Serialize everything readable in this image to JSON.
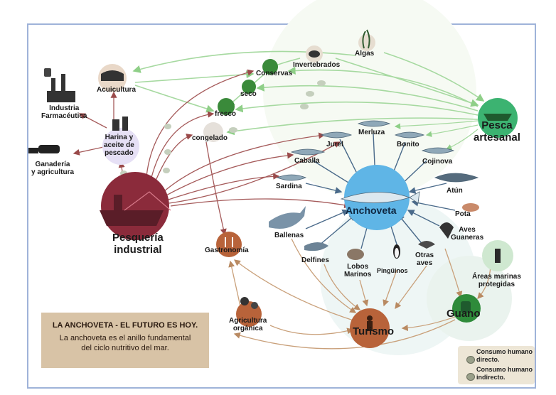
{
  "colors": {
    "direct_arrow": "#a6d9a0",
    "indirect_arrow": "#a55a5a",
    "tourism_arrow": "#c9a07a",
    "anchoveta_circle": "#5fb5e6",
    "pesca_circle": "#3cb371",
    "industrial_circle": "#8b2b3b",
    "info_box": "#d8c3a6",
    "frame_border": "#9fb3d9"
  },
  "nodes": {
    "algas": "Algas",
    "invertebrados": "Invertebrados",
    "conservas": "Conservas",
    "seco": "seco",
    "fresco": "fresco",
    "congelado": "congelado",
    "acuicultura": "Acuicultura",
    "industria_farmaceutica": [
      "Industria",
      "Farmacéutica"
    ],
    "harina": [
      "Harina y",
      "aceite de",
      "pescado"
    ],
    "ganaderia": [
      "Ganadería",
      "y agricultura"
    ],
    "pesca_artesanal": [
      "Pesca",
      "artesanal"
    ],
    "merluza": "Merluza",
    "jurel": "Jurel",
    "bonito": "Bonito",
    "caballa": "Caballa",
    "cojinova": "Cojinova",
    "sardina": "Sardina",
    "atun": "Atún",
    "anchoveta": "Anchoveta",
    "pota": "Pota",
    "aves_guaneras": [
      "Aves",
      "Guaneras"
    ],
    "pesqueria_industrial": [
      "Pesquería",
      "industrial"
    ],
    "ballenas": "Ballenas",
    "gastronomia": "Gastronomía",
    "delfines": "Delfines",
    "lobos_marinos": [
      "Lobos",
      "Marinos"
    ],
    "pinguinos": "Pingüinos",
    "otras_aves": [
      "Otras",
      "aves"
    ],
    "areas_marinas": [
      "Áreas marinas",
      "protegidas"
    ],
    "guano": "Guano",
    "agricultura_organica": [
      "Agricultura",
      "orgánica"
    ],
    "turismo": "Turismo"
  },
  "info_box": {
    "line1": "LA ANCHOVETA - EL FUTURO ES HOY.",
    "line2": "La anchoveta es el anillo fundamental",
    "line3": "del ciclo nutritivo del mar."
  },
  "legend": {
    "direct_line1": "Consumo humano",
    "direct_line2": "directo.",
    "indirect_line1": "Consumo humano",
    "indirect_line2": "indirecto."
  }
}
